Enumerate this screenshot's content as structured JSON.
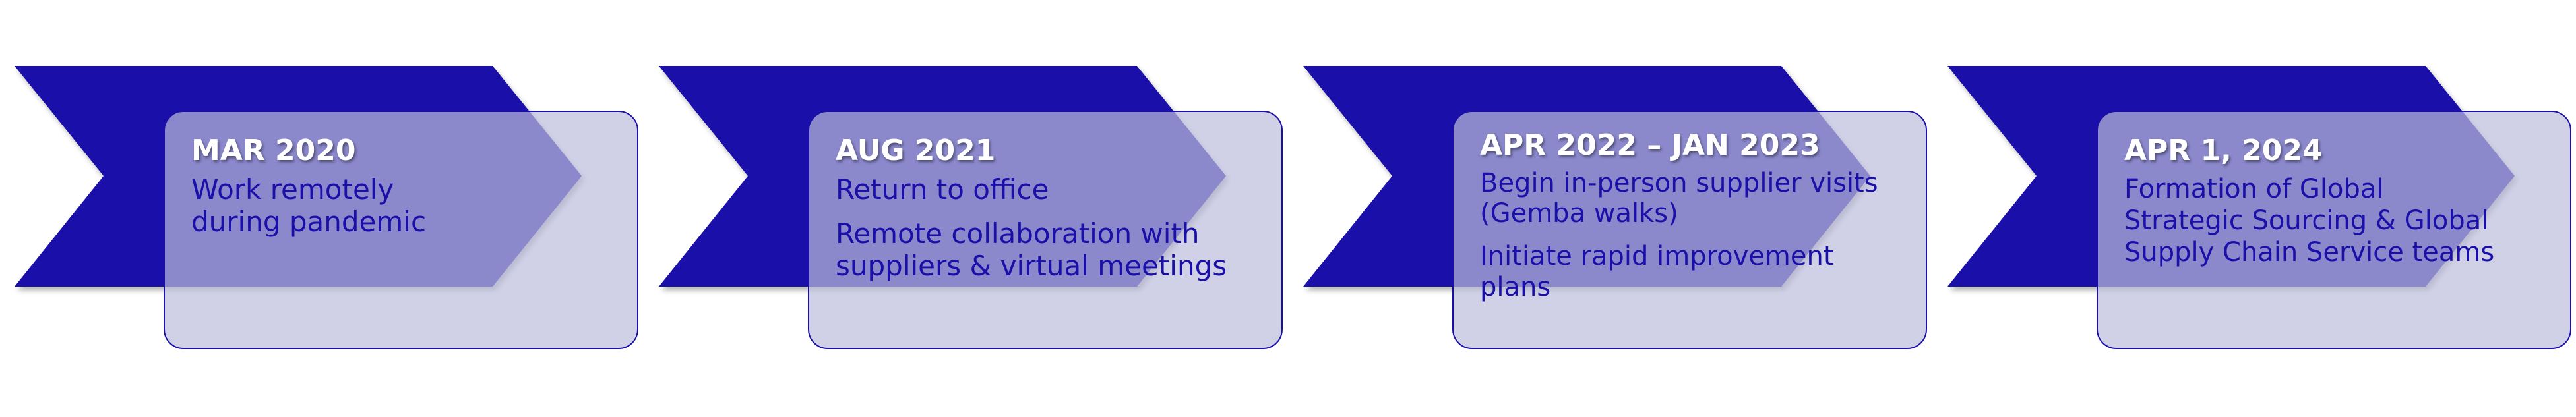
{
  "colors": {
    "chevron": "#1a0fa8",
    "card_fill": "#bcbddc",
    "card_border": "#1a0fa8",
    "text": "#1a0fa8",
    "date_text": "#ffffff"
  },
  "stages": [
    {
      "date": "MAR 2020",
      "items": [
        "Work remotely\nduring pandemic"
      ]
    },
    {
      "date": "AUG 2021",
      "items": [
        "Return to office",
        "Remote collaboration with\nsuppliers & virtual meetings"
      ]
    },
    {
      "date": "APR 2022 – JAN 2023",
      "items": [
        "Begin in-person supplier visits\n(Gemba walks)",
        "Initiate rapid improvement\nplans"
      ]
    },
    {
      "date": "APR 1, 2024",
      "items": [
        "Formation of Global\nStrategic Sourcing & Global\nSupply Chain Service teams"
      ]
    }
  ]
}
